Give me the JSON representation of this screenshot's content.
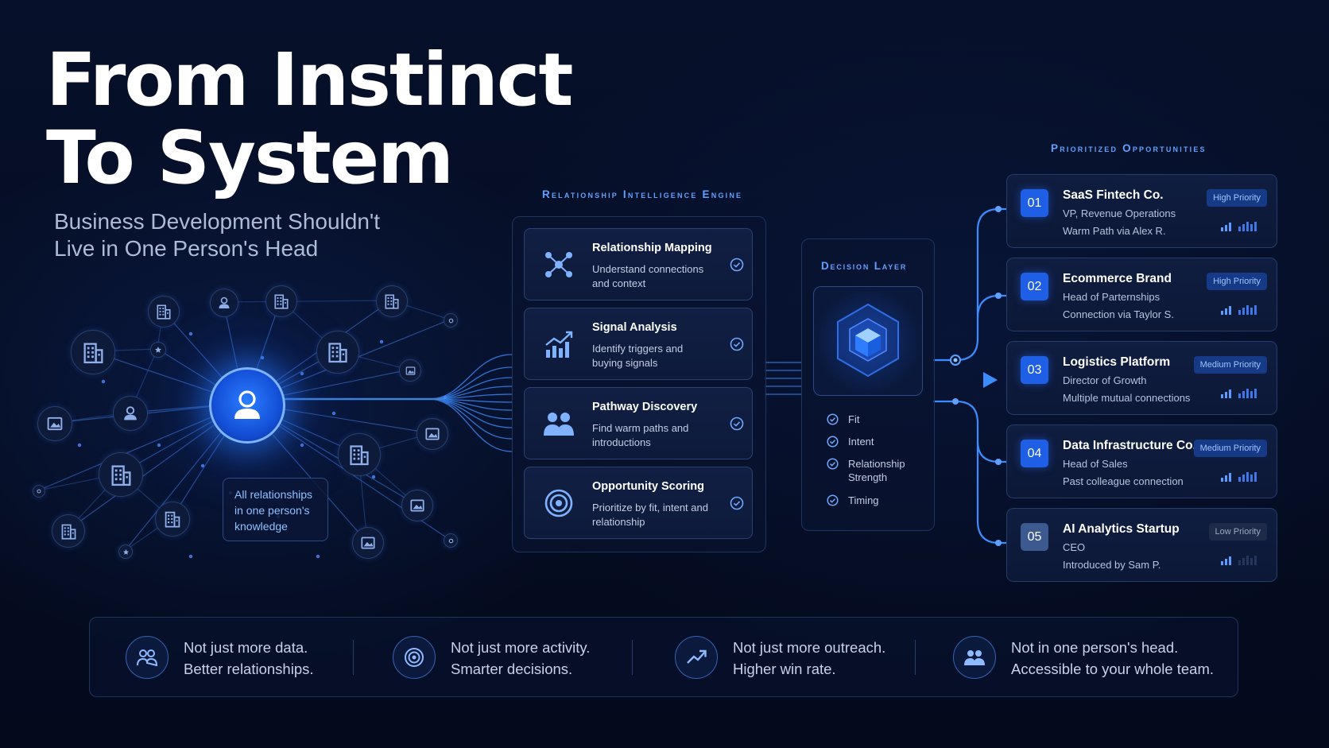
{
  "hero": {
    "title_line1": "From Instinct",
    "title_line2": "To System",
    "subtitle_line1": "Business Development Shouldn't",
    "subtitle_line2": "Live in One Person's Head"
  },
  "network": {
    "callout": "All relationships in one person's knowledge"
  },
  "engine": {
    "label": "Relationship Intelligence Engine",
    "cards": [
      {
        "title": "Relationship Mapping",
        "desc": "Understand connections and context",
        "icon": "network-nodes-icon"
      },
      {
        "title": "Signal Analysis",
        "desc": "Identify triggers and buying signals",
        "icon": "chart-trend-icon"
      },
      {
        "title": "Pathway Discovery",
        "desc": "Find warm paths and introductions",
        "icon": "people-icon"
      },
      {
        "title": "Opportunity Scoring",
        "desc": "Prioritize by fit, intent and relationship",
        "icon": "target-icon"
      }
    ]
  },
  "decision": {
    "label": "Decision Layer",
    "criteria": [
      "Fit",
      "Intent",
      "Relationship Strength",
      "Timing"
    ]
  },
  "opportunities": {
    "label": "Prioritized Opportunities",
    "items": [
      {
        "num": "01",
        "name": "SaaS Fintech Co.",
        "role": "VP, Revenue Operations",
        "via": "Warm Path via Alex R.",
        "priority": "High Priority",
        "level": "high",
        "strength": 5
      },
      {
        "num": "02",
        "name": "Ecommerce Brand",
        "role": "Head of Parternships",
        "via": "Connection via Taylor S.",
        "priority": "High Priority",
        "level": "high",
        "strength": 5
      },
      {
        "num": "03",
        "name": "Logistics Platform",
        "role": "Director of Growth",
        "via": "Multiple mutual connections",
        "priority": "Medium Priority",
        "level": "med",
        "strength": 5
      },
      {
        "num": "04",
        "name": "Data Infrastructure Co.",
        "role": "Head of Sales",
        "via": "Past colleague connection",
        "priority": "Medium Priority",
        "level": "med",
        "strength": 5
      },
      {
        "num": "05",
        "name": "AI Analytics Startup",
        "role": "CEO",
        "via": "Introduced by Sam P.",
        "priority": "Low Priority",
        "level": "low",
        "strength": 2
      }
    ]
  },
  "bottom": {
    "items": [
      {
        "line1": "Not just more data.",
        "line2": "Better relationships.",
        "icon": "people-icon"
      },
      {
        "line1": "Not just more activity.",
        "line2": "Smarter decisions.",
        "icon": "target-icon"
      },
      {
        "line1": "Not just more outreach.",
        "line2": "Higher win rate.",
        "icon": "trend-up-icon"
      },
      {
        "line1": "Not in one person's head.",
        "line2": "Accessible to your whole team.",
        "icon": "team-icon"
      }
    ]
  },
  "colors": {
    "background": "#050b1f",
    "accent": "#2b7dff",
    "label": "#5fa0ff",
    "panel_border": "#1f3560"
  }
}
